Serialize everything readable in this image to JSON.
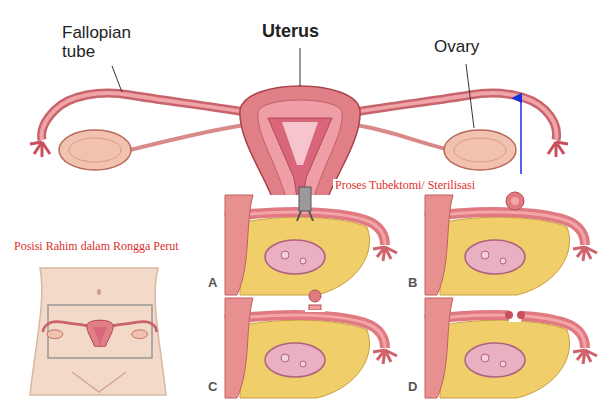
{
  "diagram": {
    "labels": [
      "Fallopian tube",
      "Uterus",
      "Ovary",
      "Proses Tubektomi/ Sterilisasi",
      "Posisi Rahim dalam Rongga Perut",
      "A",
      "B",
      "C",
      "D"
    ]
  }
}
